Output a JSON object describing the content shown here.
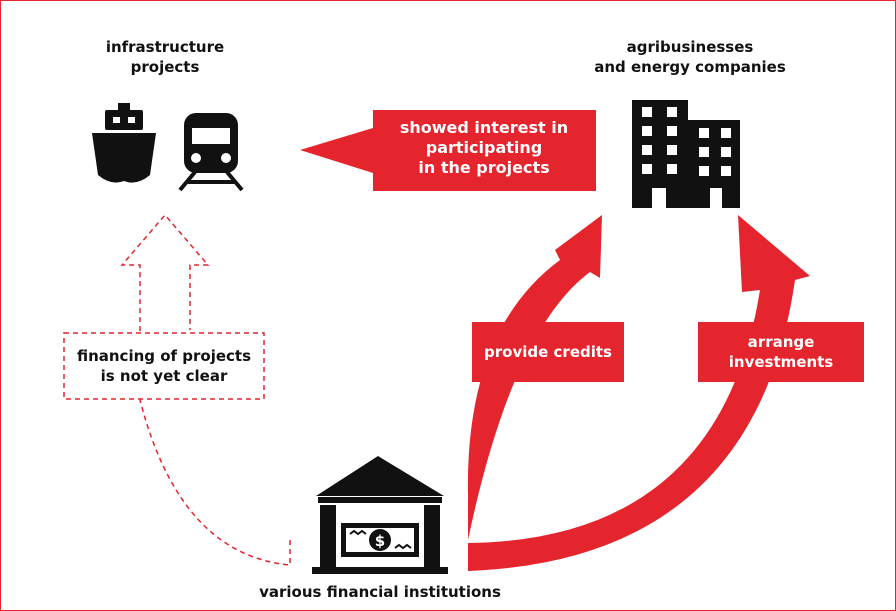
{
  "nodes": {
    "infrastructure": {
      "label": "infrastructure\nprojects",
      "icons": [
        "ship-icon",
        "train-icon"
      ]
    },
    "companies": {
      "label": "agribusinesses\nand energy companies",
      "icons": [
        "office-buildings-icon"
      ]
    },
    "institutions": {
      "label": "various financial institutions",
      "icons": [
        "bank-icon",
        "banknote-icon"
      ]
    }
  },
  "edges": {
    "interest": {
      "label": "showed interest in\nparticipating\nin the projects"
    },
    "credits": {
      "label": "provide credits"
    },
    "investments": {
      "label": "arrange\ninvestments"
    },
    "financing": {
      "label": "financing of projects\nis not yet clear",
      "style": "dashed"
    }
  },
  "colors": {
    "accent": "#e4252d",
    "icon": "#111111",
    "frame": "#e4252d"
  }
}
